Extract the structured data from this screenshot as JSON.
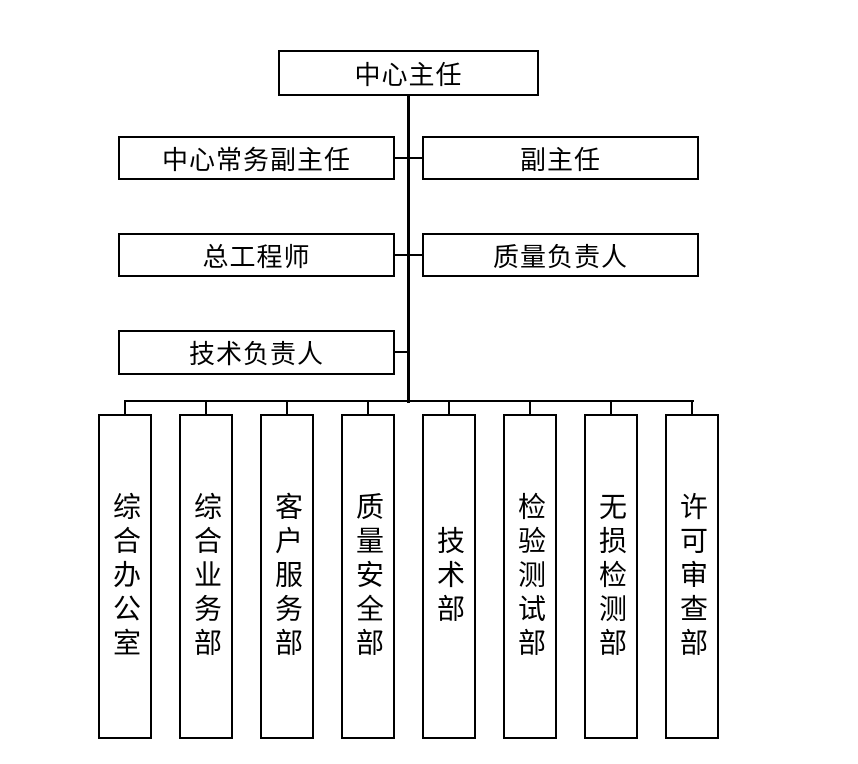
{
  "top": {
    "label": "中心主任"
  },
  "deputies_left": [
    {
      "label": "中心常务副主任"
    },
    {
      "label": "总工程师"
    },
    {
      "label": "技术负责人"
    }
  ],
  "deputies_right": [
    {
      "label": "副主任"
    },
    {
      "label": "质量负责人"
    }
  ],
  "departments": [
    {
      "label": "综合办公室"
    },
    {
      "label": "综合业务部"
    },
    {
      "label": "客户服务部"
    },
    {
      "label": "质量安全部"
    },
    {
      "label": "技术部"
    },
    {
      "label": "检验测试部"
    },
    {
      "label": "无损检测部"
    },
    {
      "label": "许可审查部"
    }
  ],
  "colors": {
    "stroke": "#000000",
    "fill": "#ffffff"
  }
}
